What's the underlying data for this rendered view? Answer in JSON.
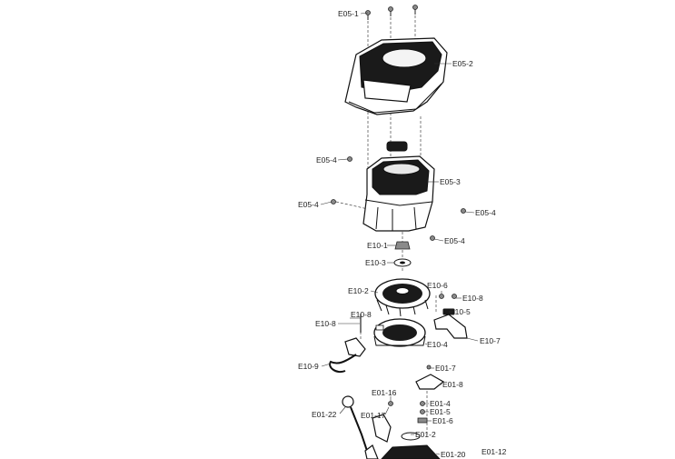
{
  "labels": {
    "e05_1": "E05-1",
    "e05_2": "E05-2",
    "e05_3": "E05-3",
    "e05_4a": "E05-4",
    "e05_4b": "E05-4",
    "e05_4c": "E05-4",
    "e05_4d": "E05-4",
    "e10_1": "E10-1",
    "e10_3": "E10-3",
    "e10_2": "E10-2",
    "e10_6": "E10-6",
    "e10_8a": "E10-8",
    "e10_5": "E10-5",
    "e10_8b": "E10-8",
    "e10_8c": "E10-8",
    "e10_4": "E10-4",
    "e10_7": "E10-7",
    "e10_9": "E10-9",
    "e01_7": "E01-7",
    "e01_8": "E01-8",
    "e01_16": "E01-16",
    "e01_4": "E01-4",
    "e01_5": "E01-5",
    "e01_22": "E01-22",
    "e01_17": "E01-17",
    "e01_6": "E01-6",
    "e01_2": "E01-2",
    "e01_20": "E01-20",
    "e01_12": "E01-12"
  }
}
